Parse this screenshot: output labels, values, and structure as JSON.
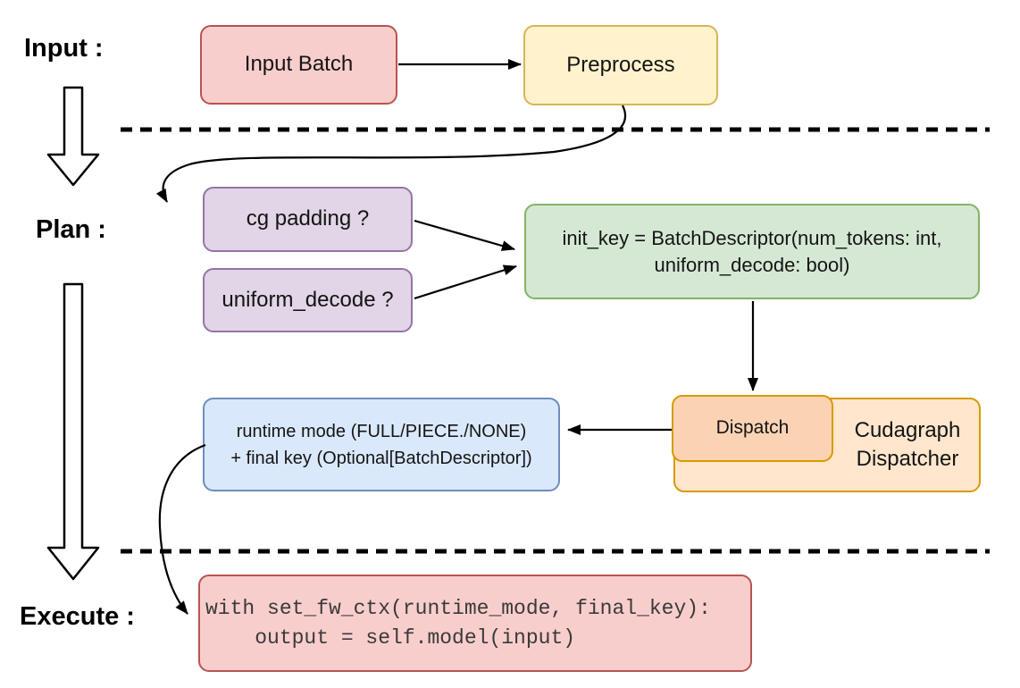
{
  "labels": {
    "input": "Input :",
    "plan": "Plan :",
    "execute": "Execute :"
  },
  "nodes": {
    "input_batch": {
      "label": "Input Batch",
      "fill": "#f8cecc",
      "stroke": "#b85450"
    },
    "preprocess": {
      "label": "Preprocess",
      "fill": "#fff2cc",
      "stroke": "#d6b656"
    },
    "cg_padding": {
      "label": "cg padding ?",
      "fill": "#e1d5e7",
      "stroke": "#9673a6"
    },
    "uniform_decode": {
      "label": "uniform_decode ?",
      "fill": "#e1d5e7",
      "stroke": "#9673a6"
    },
    "init_key": {
      "line1": "init_key = BatchDescriptor(num_tokens: int,",
      "line2": "uniform_decode: bool)",
      "fill": "#d5e8d4",
      "stroke": "#82b366"
    },
    "dispatch": {
      "label": "Dispatch",
      "fill": "#fbd3b4",
      "stroke": "#d79b00"
    },
    "cudagraph_dispatcher": {
      "line1": "Cudagraph",
      "line2": "Dispatcher",
      "fill": "#ffe6cc",
      "stroke": "#d79b00"
    },
    "runtime_mode": {
      "line1": "runtime mode (FULL/PIECE./NONE)",
      "line2": "+ final key (Optional[BatchDescriptor])",
      "fill": "#dae8fc",
      "stroke": "#6c8ebf"
    },
    "execute_code": {
      "line1": "with set_fw_ctx(runtime_mode, final_key):",
      "line2": "    output = self.model(input)",
      "fill": "#f8cecc",
      "stroke": "#b85450",
      "text_color": "#3a3a3a"
    }
  },
  "edges": [
    "input_batch -> preprocess",
    "preprocess -> cg_padding",
    "cg_padding -> init_key",
    "uniform_decode -> init_key",
    "init_key -> dispatch",
    "dispatch -> runtime_mode",
    "runtime_mode -> execute_code"
  ]
}
